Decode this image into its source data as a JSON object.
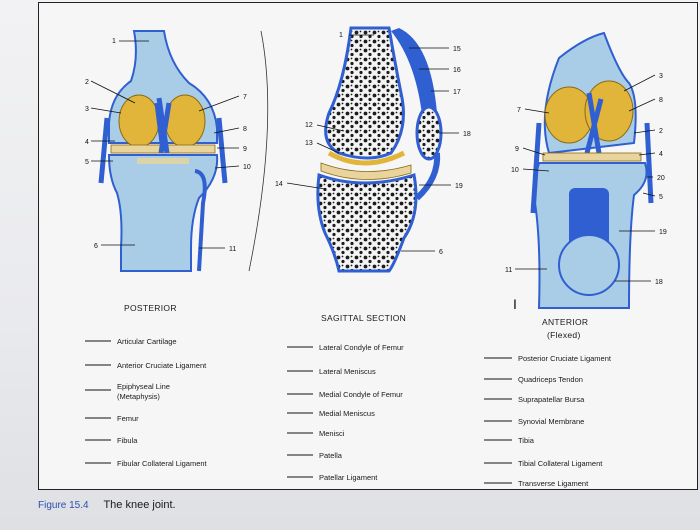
{
  "views": {
    "posterior": "POSTERIOR",
    "sagittal": "SAGITTAL SECTION",
    "anterior": "ANTERIOR",
    "anterior_sub": "(Flexed)"
  },
  "callouts": {
    "posterior": [
      "1",
      "2",
      "3",
      "4",
      "5",
      "6",
      "7",
      "8",
      "9",
      "10",
      "11"
    ],
    "sagittal": [
      "1",
      "12",
      "13",
      "14",
      "15",
      "16",
      "17",
      "18",
      "19",
      "6"
    ],
    "anterior": [
      "3",
      "7",
      "8",
      "2",
      "9",
      "4",
      "10",
      "20",
      "5",
      "19",
      "11",
      "18"
    ]
  },
  "terms": {
    "column1": [
      "Articular Cartilage",
      "Anterior Cruciate Ligament",
      "Epiphyseal Line",
      "(Metaphysis)",
      "Femur",
      "Fibula",
      "Fibular Collateral Ligament"
    ],
    "column2": [
      "Lateral Condyle of Femur",
      "Lateral Meniscus",
      "Medial Condyle of Femur",
      "Medial Meniscus",
      "Menisci",
      "Patella",
      "Patellar Ligament"
    ],
    "column3": [
      "Posterior Cruciate Ligament",
      "Quadriceps Tendon",
      "Suprapatellar Bursa",
      "Synovial Membrane",
      "Tibia",
      "Tibial Collateral Ligament",
      "Transverse Ligament"
    ]
  },
  "cursor_mark": "I",
  "caption": {
    "figure": "Figure 15.4",
    "title": "The knee joint."
  },
  "colors": {
    "bone_light": "#a9cde6",
    "bone_blue": "#2f5fd0",
    "cartilage": "#e1b43a",
    "ligament": "#3e7bd6",
    "spongy": "#1c1c1c"
  }
}
